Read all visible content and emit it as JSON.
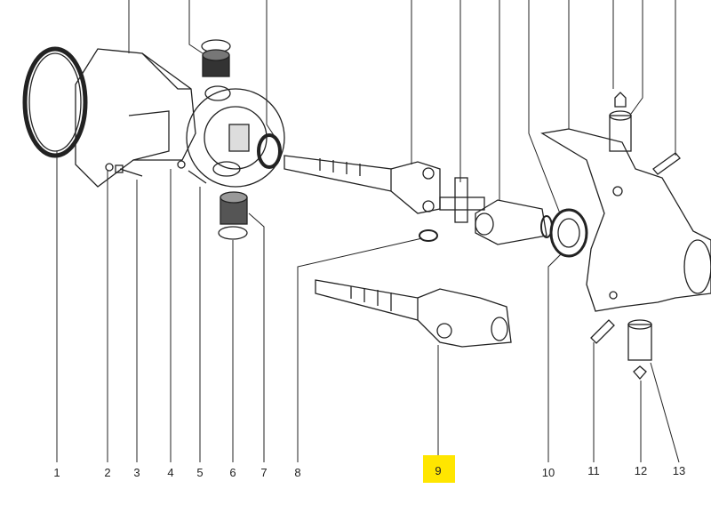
{
  "diagram": {
    "type": "exploded-parts-view",
    "highlight_color": "#ffe600",
    "selected_callout": "9",
    "callouts": [
      "1",
      "2",
      "3",
      "4",
      "5",
      "6",
      "7",
      "8",
      "9",
      "10",
      "11",
      "12",
      "13"
    ]
  }
}
